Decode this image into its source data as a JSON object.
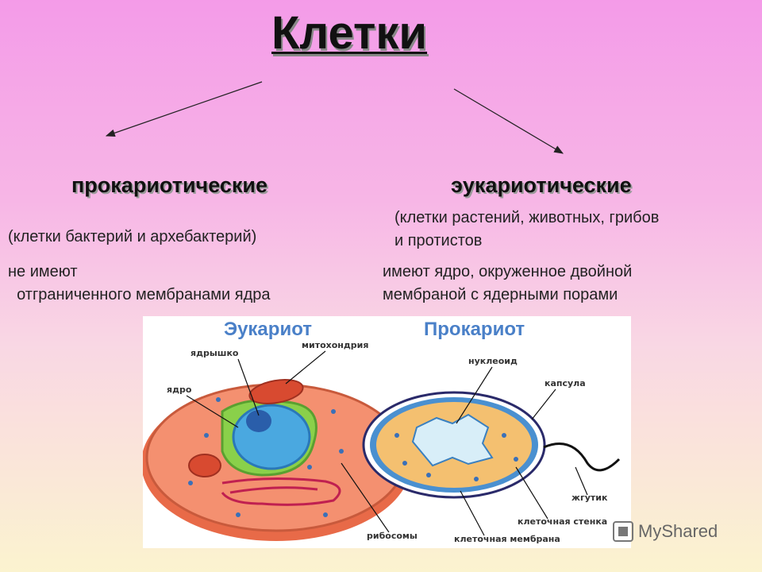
{
  "title": "Клетки",
  "left": {
    "heading": "прокариотические",
    "subtitle": "(клетки бактерий и архебактерий)",
    "desc": "не имеют\n  отграниченного мембранами ядра"
  },
  "right": {
    "heading": "эукариотические",
    "subtitle": "(клетки растений, животных, грибов\nи протистов",
    "desc": "имеют ядро, окруженное двойной\nмембраной с ядерными порами"
  },
  "figure": {
    "eukaryote_title": "Эукариот",
    "prokaryote_title": "Прокариот",
    "labels": {
      "nucleolus": "ядрышко",
      "mitochondria": "митохондрия",
      "nucleus": "ядро",
      "nucleoid": "нуклеоид",
      "capsule": "капсула",
      "flagellum": "жгутик",
      "cell_wall": "клеточная стенка",
      "ribosomes": "рибосомы",
      "cell_membrane": "клеточная мембрана"
    }
  },
  "watermark": "MyShared",
  "colors": {
    "title_shadow": "#888888",
    "diagram_title": "#4a80c8",
    "cytoplasm": "#f08060",
    "nucleus": "#4aa8e0",
    "er": "#8ad04a"
  }
}
